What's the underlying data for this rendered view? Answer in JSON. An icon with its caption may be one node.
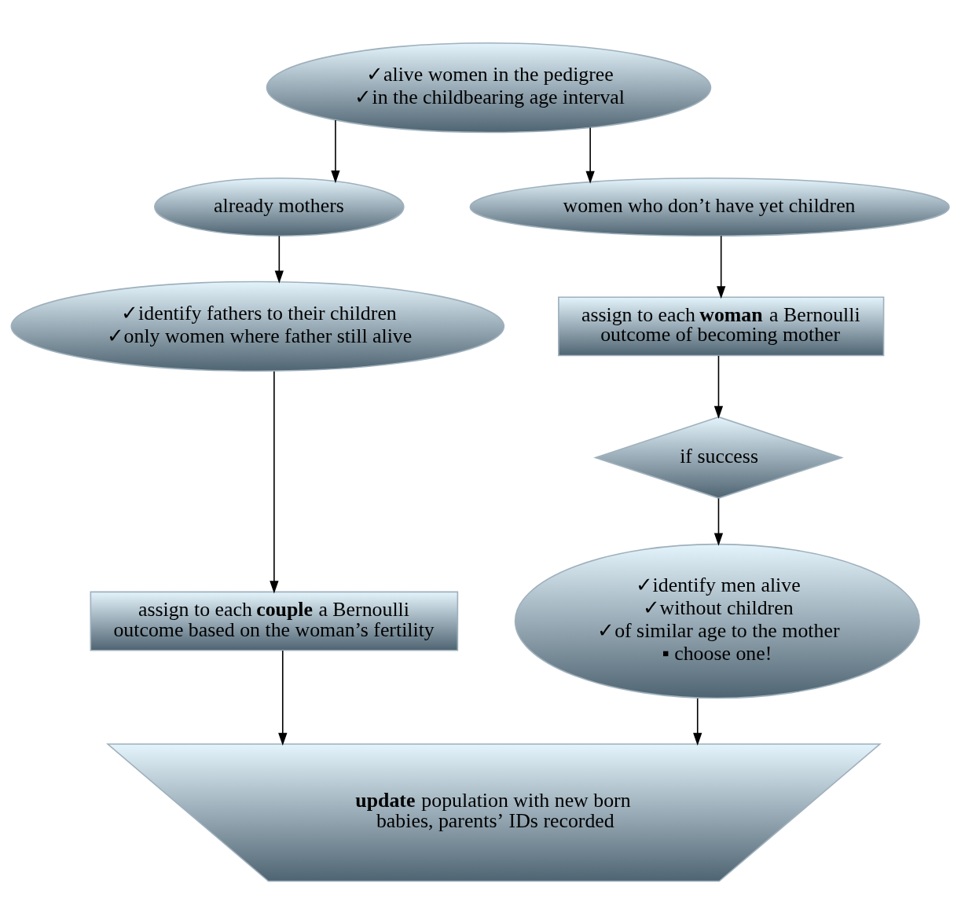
{
  "diagram": {
    "nodes": [
      {
        "text": [
          "✓alive women in the pedigree",
          "✓in the childbearing age interval"
        ]
      },
      {
        "text": [
          "already mothers"
        ]
      },
      {
        "text": [
          "women who don’t have yet children"
        ]
      },
      {
        "text": [
          "✓identify fathers to their children",
          "✓only women where father still alive"
        ]
      },
      {
        "text": [
          "assign to each **couple** a Bernoulli outcome based on the woman’s fertility"
        ]
      },
      {
        "text": [
          "assign to each **woman** a Bernoulli outcome of becoming mother"
        ]
      },
      {
        "text": [
          "if success"
        ]
      },
      {
        "text": [
          "✓identify men alive",
          "✓without children",
          "✓of similar age to the mother",
          "▪ choose one!"
        ]
      },
      {
        "text": [
          "**update** population with new born babies, parents’ IDs recorded"
        ]
      }
    ],
    "edges": [
      {
        "from": 0,
        "to": 1,
        "arrow": "to"
      },
      {
        "from": 0,
        "to": 2,
        "arrow": "to"
      },
      {
        "from": 1,
        "to": 3,
        "arrow": "to"
      },
      {
        "from": 3,
        "to": 4,
        "arrow": "to"
      },
      {
        "from": 2,
        "to": 5,
        "arrow": "to"
      },
      {
        "from": 5,
        "to": 6,
        "arrow": "to"
      },
      {
        "from": 6,
        "to": 7,
        "arrow": "to"
      },
      {
        "from": 4,
        "to": 8,
        "arrow": "to"
      },
      {
        "from": 7,
        "to": 8,
        "arrow": "to"
      }
    ]
  }
}
